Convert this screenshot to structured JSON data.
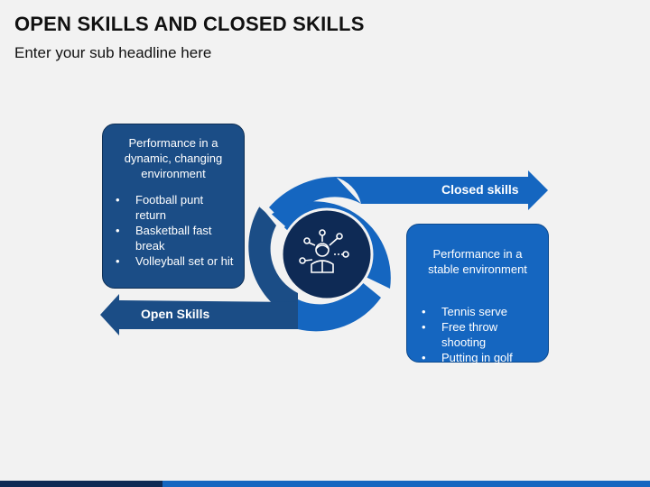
{
  "title": "OPEN SKILLS AND CLOSED SKILLS",
  "subtitle": "Enter your sub headline here",
  "colors": {
    "background": "#f2f2f2",
    "dark_blue": "#1b4d86",
    "medium_blue": "#1566c0",
    "center_circle": "#0e2a55"
  },
  "open_skills": {
    "label": "Open Skills",
    "description": "Performance in a dynamic, changing environment",
    "examples": [
      "Football punt return",
      "Basketball fast break",
      "Volleyball set or hit"
    ]
  },
  "closed_skills": {
    "label": "Closed skills",
    "description": "Performance in a stable environment",
    "examples": [
      "Tennis serve",
      "Free throw shooting",
      "Putting in golf"
    ]
  },
  "center_icon": "person-network-icon"
}
